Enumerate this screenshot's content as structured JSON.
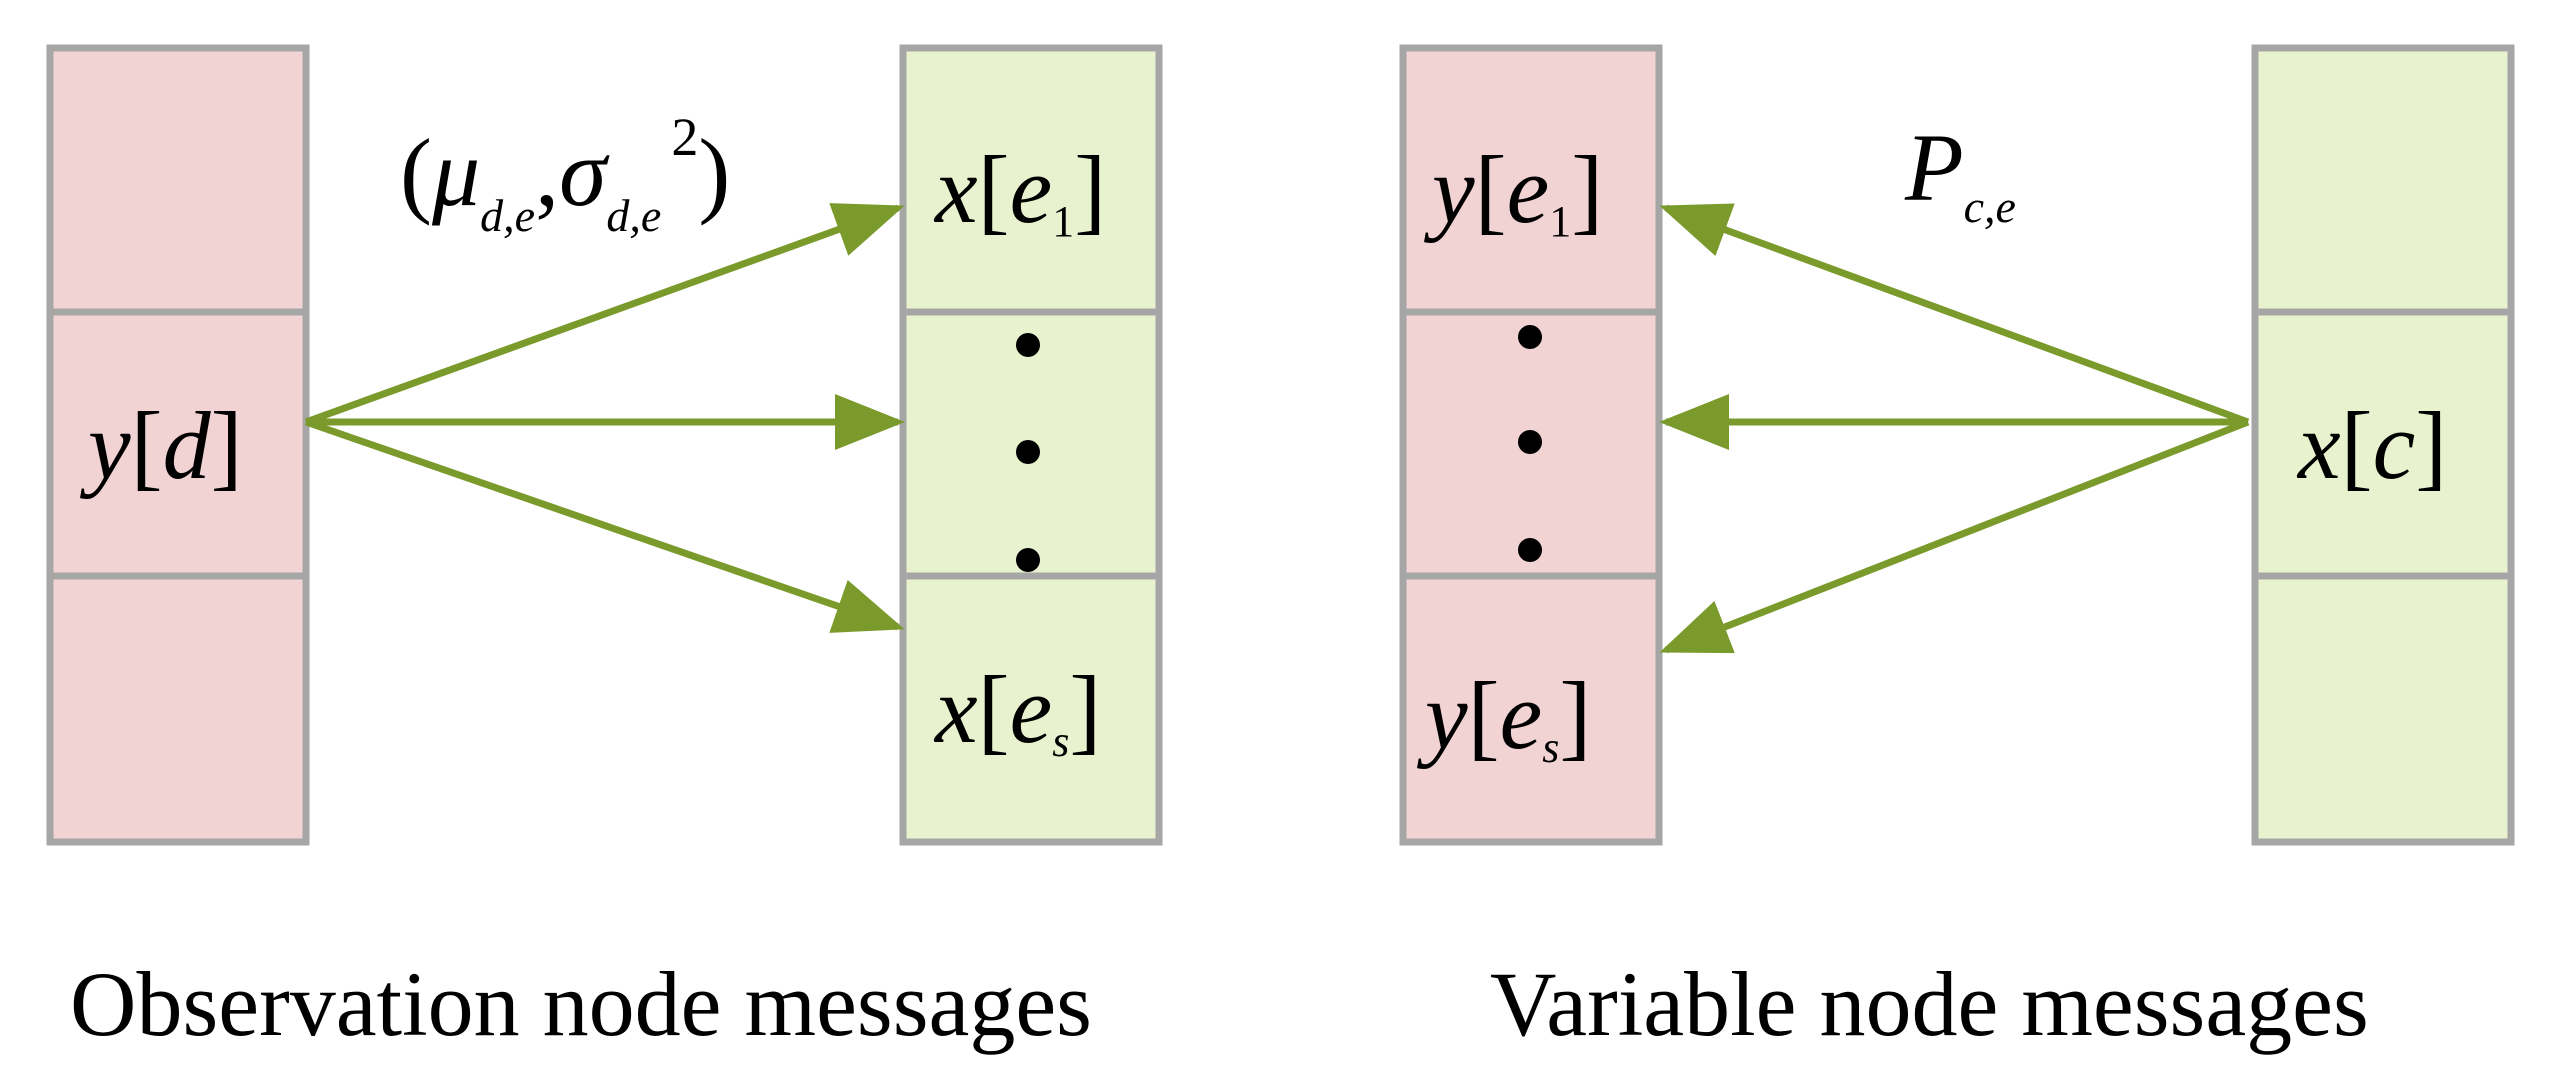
{
  "colors": {
    "observation_cell": "#f2d3d3",
    "variable_cell": "#e9f2cf",
    "cell_border": "#a6a6a6",
    "arrow": "#7a9a2b",
    "text": "#000000"
  },
  "left_panel": {
    "caption": "Observation node messages",
    "observation_node": {
      "label_var": "y",
      "label_index": "d"
    },
    "message_label": {
      "mu": "μ",
      "sigma": "σ",
      "subscript": "d,e",
      "power": "2"
    },
    "variable_nodes": [
      {
        "label_var": "x",
        "label_index": "e",
        "label_sub": "1"
      },
      {
        "label_var": "x",
        "label_index": "e",
        "label_sub": "s"
      }
    ],
    "ellipsis_dots": 3,
    "arrow_count": 3
  },
  "right_panel": {
    "caption": "Variable node messages",
    "variable_node": {
      "label_var": "x",
      "label_index": "c"
    },
    "message_label": {
      "symbol": "P",
      "subscript": "c,e"
    },
    "observation_nodes": [
      {
        "label_var": "y",
        "label_index": "e",
        "label_sub": "1"
      },
      {
        "label_var": "y",
        "label_index": "e",
        "label_sub": "s"
      }
    ],
    "ellipsis_dots": 3,
    "arrow_count": 3
  }
}
